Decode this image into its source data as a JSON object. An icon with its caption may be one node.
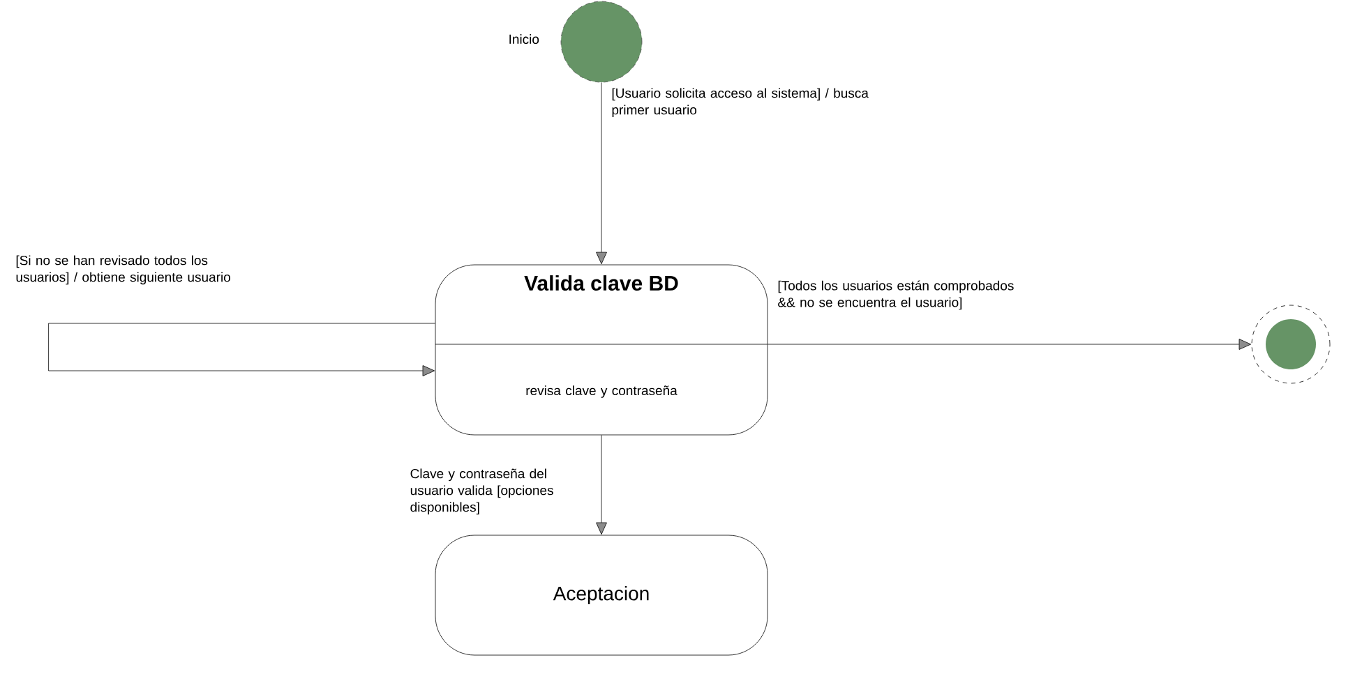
{
  "diagram": {
    "nodes": [
      {
        "text": [],
        "shape": "circle",
        "beside": [
          "Inicio"
        ]
      },
      {
        "text": [
          "Valida clave BD",
          "revisa clave y contraseña"
        ]
      },
      {
        "text": [
          "Aceptacion"
        ]
      },
      {
        "text": [],
        "shape": "circle"
      }
    ],
    "edges": [
      {
        "from": 0,
        "to": 1,
        "arrow": "to",
        "label": "[Usuario solicita acceso al sistema] / busca primer usuario"
      },
      {
        "from": 1,
        "to": 1,
        "arrow": "to",
        "label": "[Si no se han revisado todos los usuarios] / obtiene siguiente usuario"
      },
      {
        "from": 1,
        "to": 3,
        "arrow": "to",
        "label": "[Todos los usuarios están comprobados && no se encuentra el usuario]"
      },
      {
        "from": 1,
        "to": 2,
        "arrow": "to",
        "label": "Clave y contraseña del usuario valida [opciones disponibles]"
      }
    ]
  }
}
